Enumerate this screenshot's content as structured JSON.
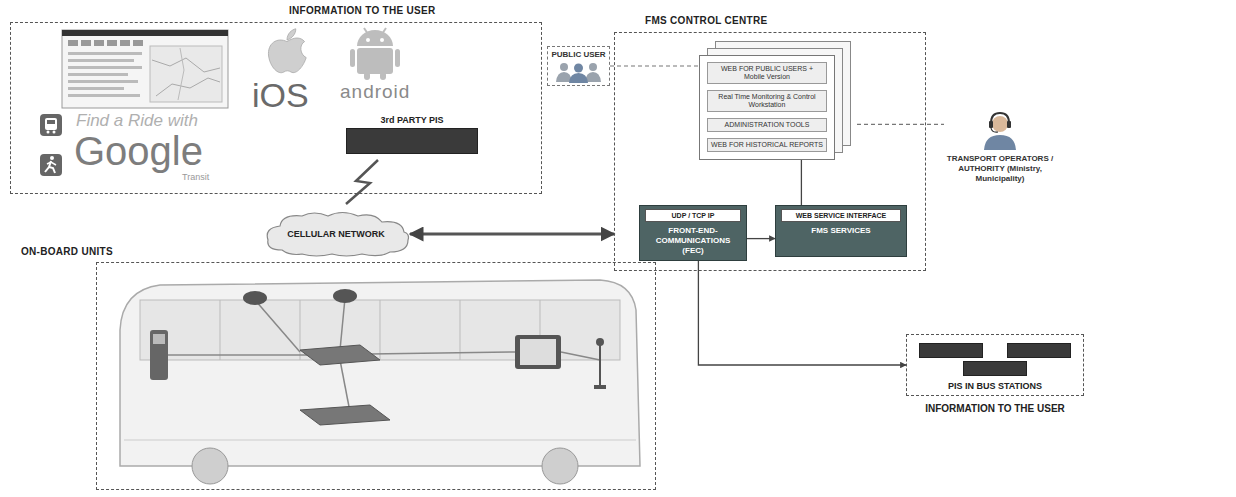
{
  "diagram": {
    "nodes": [
      {
        "text": [
          "INFORMATION TO THE USER"
        ]
      },
      {
        "text": [
          "3rd PARTY PIS"
        ],
        "in": 0
      },
      {
        "text": [
          "PUBLIC USER"
        ]
      },
      {
        "text": [
          "FMS CONTROL CENTRE"
        ]
      },
      {
        "text": [
          "WEB FOR PUBLIC USERS + Mobile Version",
          "Real Time Monitoring & Control Workstation",
          "ADMINISTRATION TOOLS",
          "WEB FOR HISTORICAL REPORTS"
        ],
        "in": 3
      },
      {
        "text": [
          "UDP / TCP IP",
          "FRONT-END-COMMUNICATIONS (FEC)"
        ],
        "in": 3
      },
      {
        "text": [
          "WEB SERVICE INTERFACE",
          "FMS SERVICES"
        ],
        "in": 3
      },
      {
        "text": [
          "TRANSPORT OPERATORS / AUTHORITY (Ministry, Municipality)"
        ]
      },
      {
        "text": [
          "CELLULAR NETWORK"
        ]
      },
      {
        "text": [
          "ON-BOARD UNITS"
        ]
      },
      {
        "text": [
          "PIS IN BUS STATIONS",
          "INFORMATION TO THE USER"
        ]
      }
    ],
    "edges": [
      {
        "from": 8,
        "to": 3,
        "arrow": "both"
      },
      {
        "from": 5,
        "to": 6,
        "arrow": "to"
      },
      {
        "from": 6,
        "to": 4,
        "arrow": "none"
      },
      {
        "from": 5,
        "to": 10,
        "arrow": "to"
      },
      {
        "from": 2,
        "to": 4,
        "arrow": "none"
      },
      {
        "from": 4,
        "to": 7,
        "arrow": "none"
      }
    ],
    "labels": [
      "iOS",
      "android",
      "Find a Ride with",
      "Google",
      "Transit"
    ]
  }
}
